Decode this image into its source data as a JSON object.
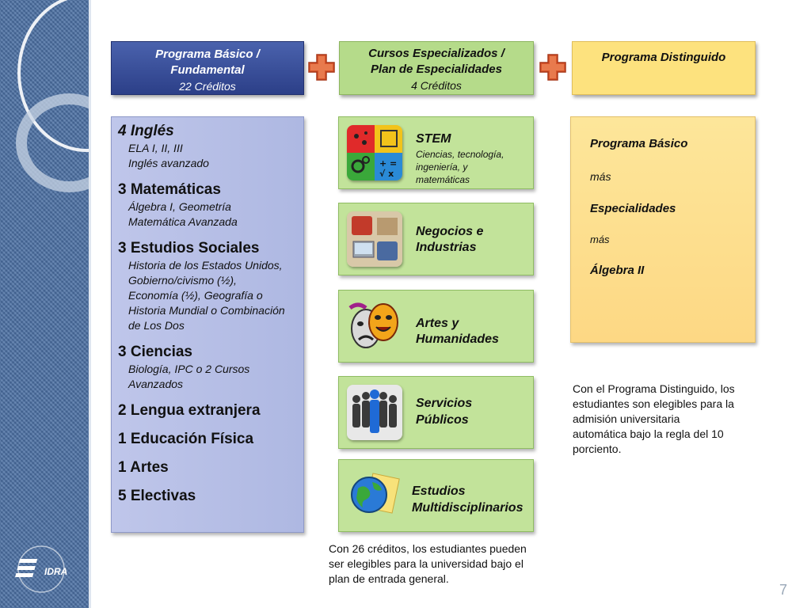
{
  "sidebar": {
    "logo_text": "IDRA"
  },
  "headers": {
    "basic": {
      "title_line1": "Programa Básico /",
      "title_line2": "Fundamental",
      "credits": "22 Créditos"
    },
    "specialized": {
      "title_line1": "Cursos Especializados /",
      "title_line2": "Plan de Especialidades",
      "credits": "4 Créditos"
    },
    "distinguished": {
      "title": "Programa Distinguido"
    }
  },
  "basic_program": [
    {
      "title": "4 Inglés",
      "details": [
        "ELA I, II, III",
        "Inglés avanzado"
      ]
    },
    {
      "title": "3 Matemáticas",
      "details": [
        "Álgebra I, Geometría",
        "Matemática Avanzada"
      ]
    },
    {
      "title": "3 Estudios Sociales",
      "details": [
        "Historia de los Estados Unidos,",
        "Gobierno/civismo (½),",
        "Economía (½), Geografía o",
        "Historia Mundial o Combinación",
        "de Los Dos"
      ]
    },
    {
      "title": "3 Ciencias",
      "details": [
        "Biología, IPC o 2 Cursos",
        "Avanzados"
      ]
    },
    {
      "title": "2 Lengua extranjera",
      "details": []
    },
    {
      "title": "1 Educación Física",
      "details": []
    },
    {
      "title": "1 Artes",
      "details": []
    },
    {
      "title": "5 Electivas",
      "details": []
    }
  ],
  "specializations": [
    {
      "icon": "stem-icon",
      "line1": "STEM",
      "line2": "",
      "detail": [
        "Ciencias, tecnología,",
        "ingeniería, y",
        "matemáticas"
      ]
    },
    {
      "icon": "business-icon",
      "line1": "Negocios e",
      "line2": "Industrias",
      "detail": []
    },
    {
      "icon": "theater-masks-icon",
      "line1": "Artes y",
      "line2": "Humanidades",
      "detail": []
    },
    {
      "icon": "people-icon",
      "line1": "Servicios",
      "line2": "Públicos",
      "detail": []
    },
    {
      "icon": "globe-icon",
      "line1": "Estudios",
      "line2": "Multidisciplinarios",
      "detail": []
    }
  ],
  "distinguished_box": {
    "line1": "Programa Básico",
    "line2": "más",
    "line3": "Especialidades",
    "line4": "más",
    "line5": "Álgebra II"
  },
  "notes": {
    "distinguished": [
      "Con el Programa Distinguido, los",
      "estudiantes son elegibles para la",
      "admisión universitaria",
      "automática bajo la regla del 10",
      "porciento."
    ],
    "general": [
      "Con 26 créditos, los estudiantes pueden",
      "ser elegibles para la universidad bajo el",
      "plan de entrada general."
    ]
  },
  "page_number": "7",
  "colors": {
    "basic_header": "#2c3f88",
    "specialized": "#c2e39a",
    "distinguished": "#fde27e",
    "connector": "#d9552b"
  }
}
